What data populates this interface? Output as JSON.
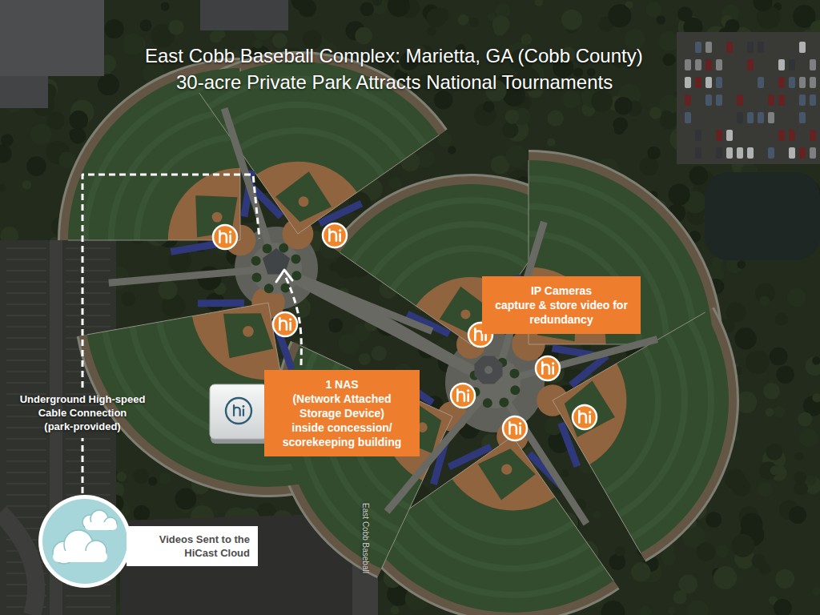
{
  "diagram": {
    "title": "East Cobb Baseball Complex: Marietta, GA (Cobb County)",
    "nodes": [
      {
        "text": [
          "IP Cameras",
          "capture & store video for redundancy"
        ]
      },
      {
        "text": [
          "1 NAS",
          "(Network Attached Storage Device)",
          "inside concession/ scorekeeping building"
        ]
      },
      {
        "text": [
          "Videos Sent to the HiCast Cloud"
        ]
      }
    ],
    "labels": [
      "30-acre Private Park Attracts National Tournaments",
      "Underground High-speed Cable Connection (park-provided)",
      "East Cobb Baseball"
    ]
  }
}
